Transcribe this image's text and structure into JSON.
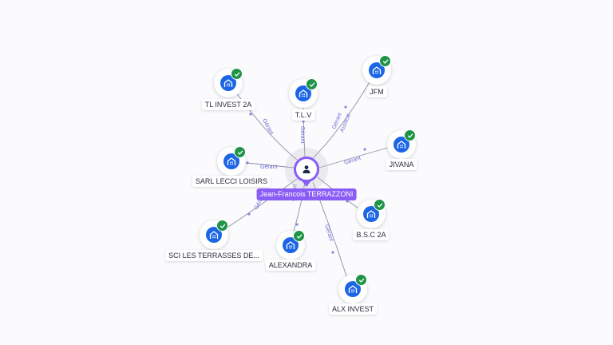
{
  "center": {
    "label": "Jean-Francois TERRAZZONI",
    "icon": "person-icon"
  },
  "relation_labels": {
    "gerant": "Gérant",
    "gerant_line1": "Gérant",
    "gerant_line2": "Associé"
  },
  "companies": [
    {
      "id": "tl-invest-2a",
      "label": "TL INVEST 2A"
    },
    {
      "id": "tlv",
      "label": "T.L.V"
    },
    {
      "id": "jfm",
      "label": "JFM"
    },
    {
      "id": "jivana",
      "label": "JIVANA"
    },
    {
      "id": "sarl-lecci-loisirs",
      "label": "SARL LECCI LOISIRS"
    },
    {
      "id": "bsc-2a",
      "label": "B.S.C 2A"
    },
    {
      "id": "sci-les-terrasses",
      "label": "SCI LES TERRASSES DE..."
    },
    {
      "id": "alexandra",
      "label": "ALEXANDRA"
    },
    {
      "id": "alx-invest",
      "label": "ALX INVEST"
    }
  ],
  "colors": {
    "accent": "#8a5cf6",
    "node_blue": "#1c66e6",
    "check_green": "#1f9446",
    "edge_label": "#6b6bd6"
  }
}
